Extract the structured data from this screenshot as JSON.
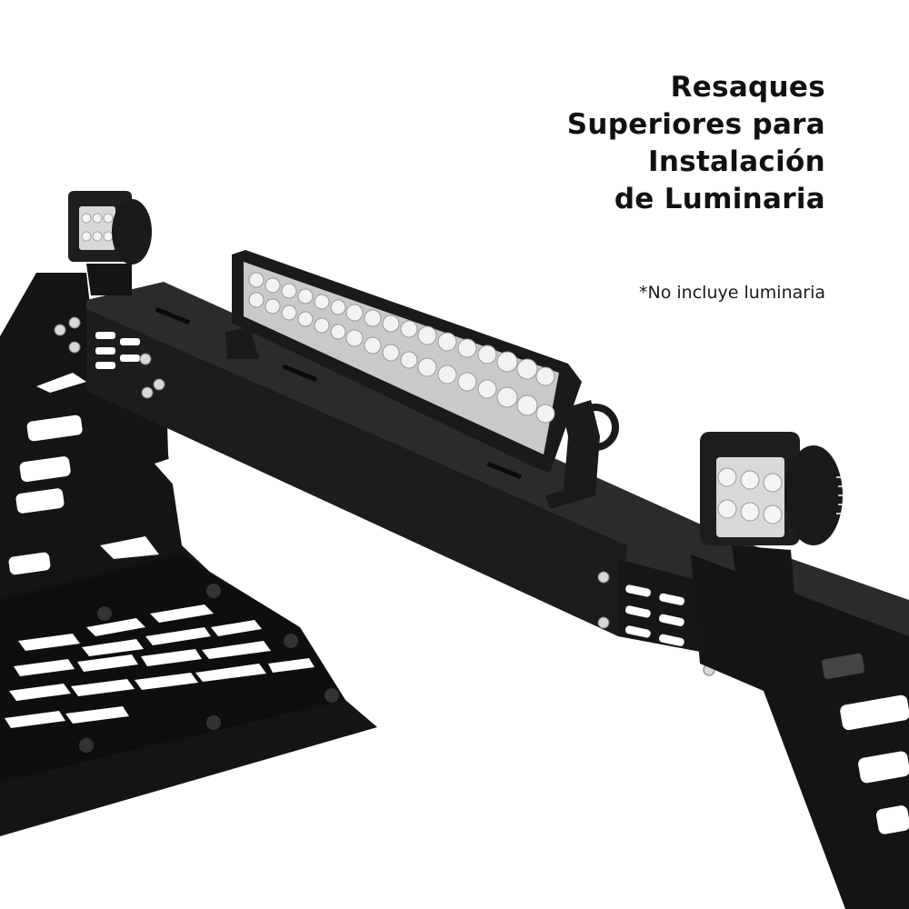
{
  "headline": {
    "lines": [
      "Resaques",
      "Superiores para",
      "Instalación",
      "de Luminaria"
    ]
  },
  "note": "*No incluye luminaria",
  "product": {
    "name": "roll-bar-rack",
    "components": [
      "left-pod-light",
      "led-light-bar",
      "right-pod-light",
      "crossbar",
      "left-side-plate",
      "right-side-plate",
      "mesh-panel"
    ]
  },
  "colors": {
    "background": "#ffffff",
    "frame": "#141414",
    "crossbar_top": "#2b2b2b",
    "crossbar_face": "#1c1c1c",
    "led": "#e9e9ea",
    "text": "#111111"
  }
}
